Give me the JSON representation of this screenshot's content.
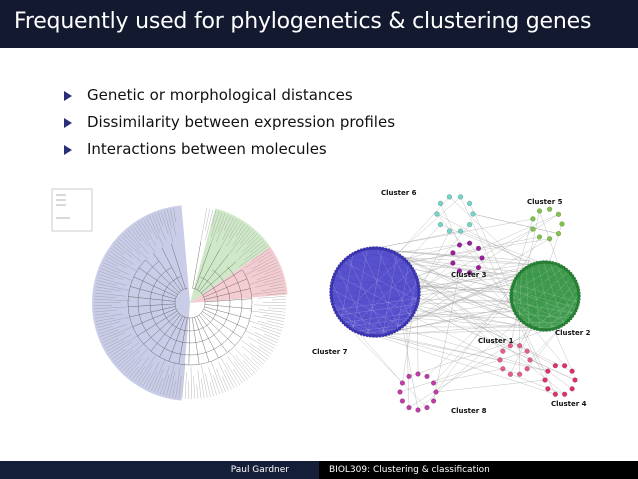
{
  "slide": {
    "title": "Frequently used for phylogenetics & clustering genes",
    "bullets": [
      "Genetic or morphological distances",
      "Dissimilarity between expression profiles",
      "Interactions between molecules"
    ]
  },
  "network": {
    "clusters": [
      {
        "label": "Cluster 1",
        "color": "#e75a8f"
      },
      {
        "label": "Cluster 2",
        "color": "#1f8a2f"
      },
      {
        "label": "Cluster 3",
        "color": "#9c1da0"
      },
      {
        "label": "Cluster 4",
        "color": "#e0306a"
      },
      {
        "label": "Cluster 5",
        "color": "#7fc44a"
      },
      {
        "label": "Cluster 6",
        "color": "#6fd6c8"
      },
      {
        "label": "Cluster 7",
        "color": "#3a33c4"
      },
      {
        "label": "Cluster 8",
        "color": "#c23aa8"
      }
    ]
  },
  "footer": {
    "author": "Paul Gardner",
    "course": "BIOL309: Clustering & classification"
  }
}
